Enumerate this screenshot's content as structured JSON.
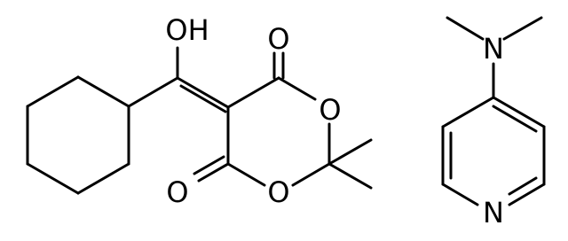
{
  "figure": {
    "background": "#ffffff",
    "line_color": "#000000",
    "molecule_left": {
      "labels": {
        "hydroxyl": "OH",
        "ketone_top_oxygen": "O",
        "ketone_bottom_oxygen": "O",
        "ring_oxygen_right": "O",
        "ring_oxygen_bottom": "O"
      }
    },
    "molecule_right": {
      "labels": {
        "amine_nitrogen": "N",
        "ring_nitrogen": "N"
      }
    }
  }
}
